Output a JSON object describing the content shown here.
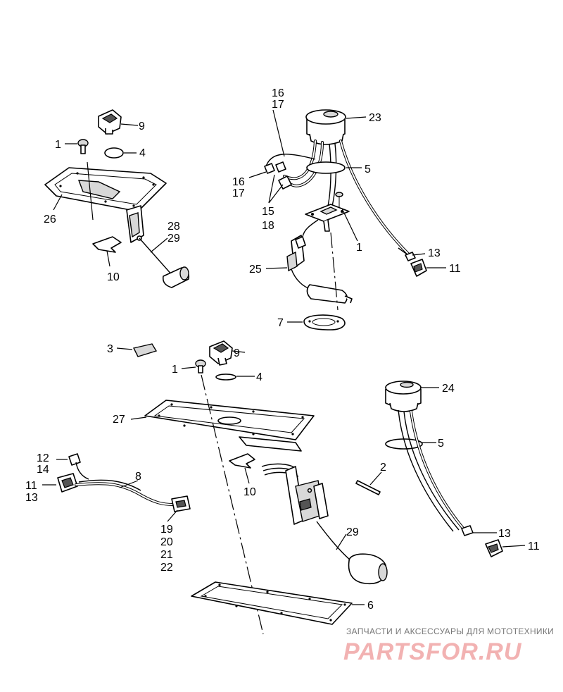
{
  "callouts": {
    "a9": "9",
    "a1": "1",
    "a4": "4",
    "a26": "26",
    "a28": "28",
    "a29": "29",
    "a10": "10",
    "b16": "16",
    "b17": "17",
    "b23": "23",
    "b5": "5",
    "b16b": "16",
    "b17b": "17",
    "b15": "15",
    "b18": "18",
    "b1": "1",
    "b13": "13",
    "b11": "11",
    "b25": "25",
    "b7": "7",
    "c3": "3",
    "c9": "9",
    "c1": "1",
    "c4": "4",
    "c27": "27",
    "c12": "12",
    "c14": "14",
    "c8": "8",
    "c11": "11",
    "c13": "13",
    "c10": "10",
    "c19": "19",
    "c20": "20",
    "c21": "21",
    "c22": "22",
    "c29": "29",
    "c6": "6",
    "d24": "24",
    "d5": "5",
    "d2": "2",
    "d13": "13",
    "d11": "11"
  },
  "watermark": {
    "tagline": "ЗАПЧАСТИ И АКСЕССУАРЫ ДЛЯ МОТОТЕХНИКИ",
    "logo": "PARTSFOR.RU",
    "color": "#f2b2b2"
  }
}
